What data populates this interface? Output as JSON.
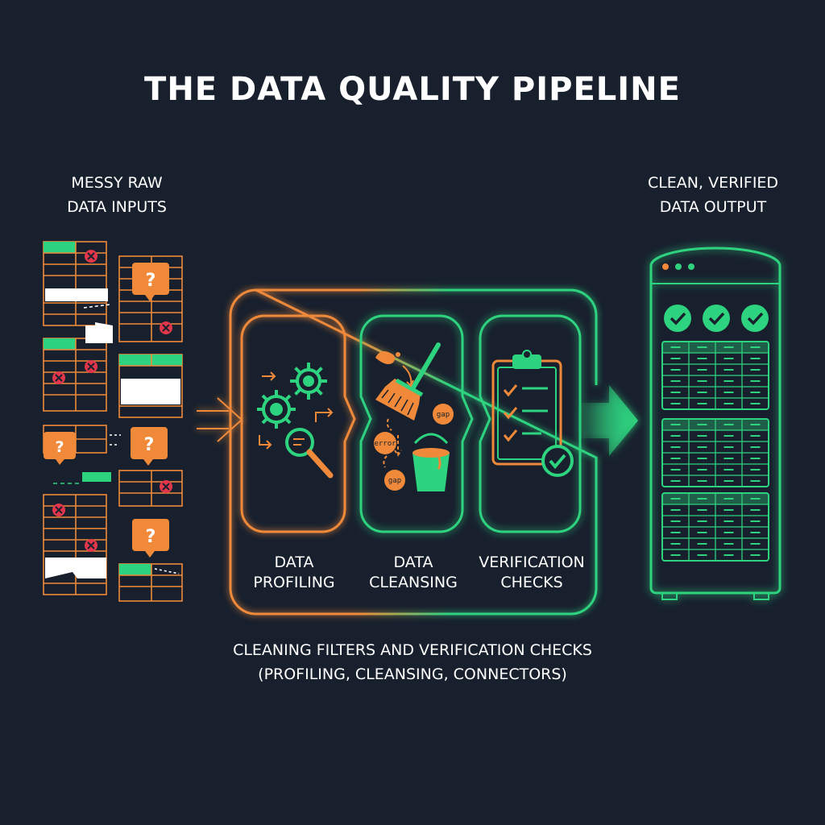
{
  "title": "THE DATA QUALITY PIPELINE",
  "input": {
    "label_line1": "MESSY RAW",
    "label_line2": "DATA INPUTS"
  },
  "output": {
    "label_line1": "CLEAN, VERIFIED",
    "label_line2": "DATA OUTPUT"
  },
  "stages": [
    {
      "line1": "DATA",
      "line2": "PROFILING",
      "color": "#f08a3a"
    },
    {
      "line1": "DATA",
      "line2": "CLEANSING",
      "color": "#2ed37f"
    },
    {
      "line1": "VERIFICATION",
      "line2": "CHECKS",
      "color": "#2ed37f"
    }
  ],
  "tags": {
    "gap_a": "gap",
    "error": "error",
    "gap_b": "gap"
  },
  "footer": {
    "line1": "CLEANING FILTERS AND VERIFICATION CHECKS",
    "line2": "(PROFILING, CLEANSING, CONNECTORS)"
  },
  "colors": {
    "background": "#18202d",
    "orange": "#f08a3a",
    "green": "#2ed37f",
    "error_red": "#e2374a",
    "text": "#ffffff"
  }
}
